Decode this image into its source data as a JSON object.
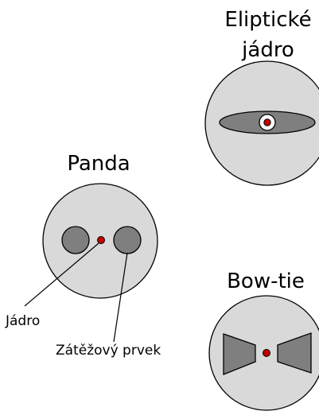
{
  "fibers": {
    "elliptical": {
      "title_line1": "Eliptické",
      "title_line2": "jádro"
    },
    "panda": {
      "title": "Panda"
    },
    "bowtie": {
      "title": "Bow-tie"
    }
  },
  "callouts": {
    "core_label": "Jádro",
    "stress_label": "Zátěžový prvek"
  },
  "colors": {
    "cladding": "#d9d9d9",
    "stress_element": "#7f7f7f",
    "core": "#c00000",
    "outline": "#000000"
  }
}
